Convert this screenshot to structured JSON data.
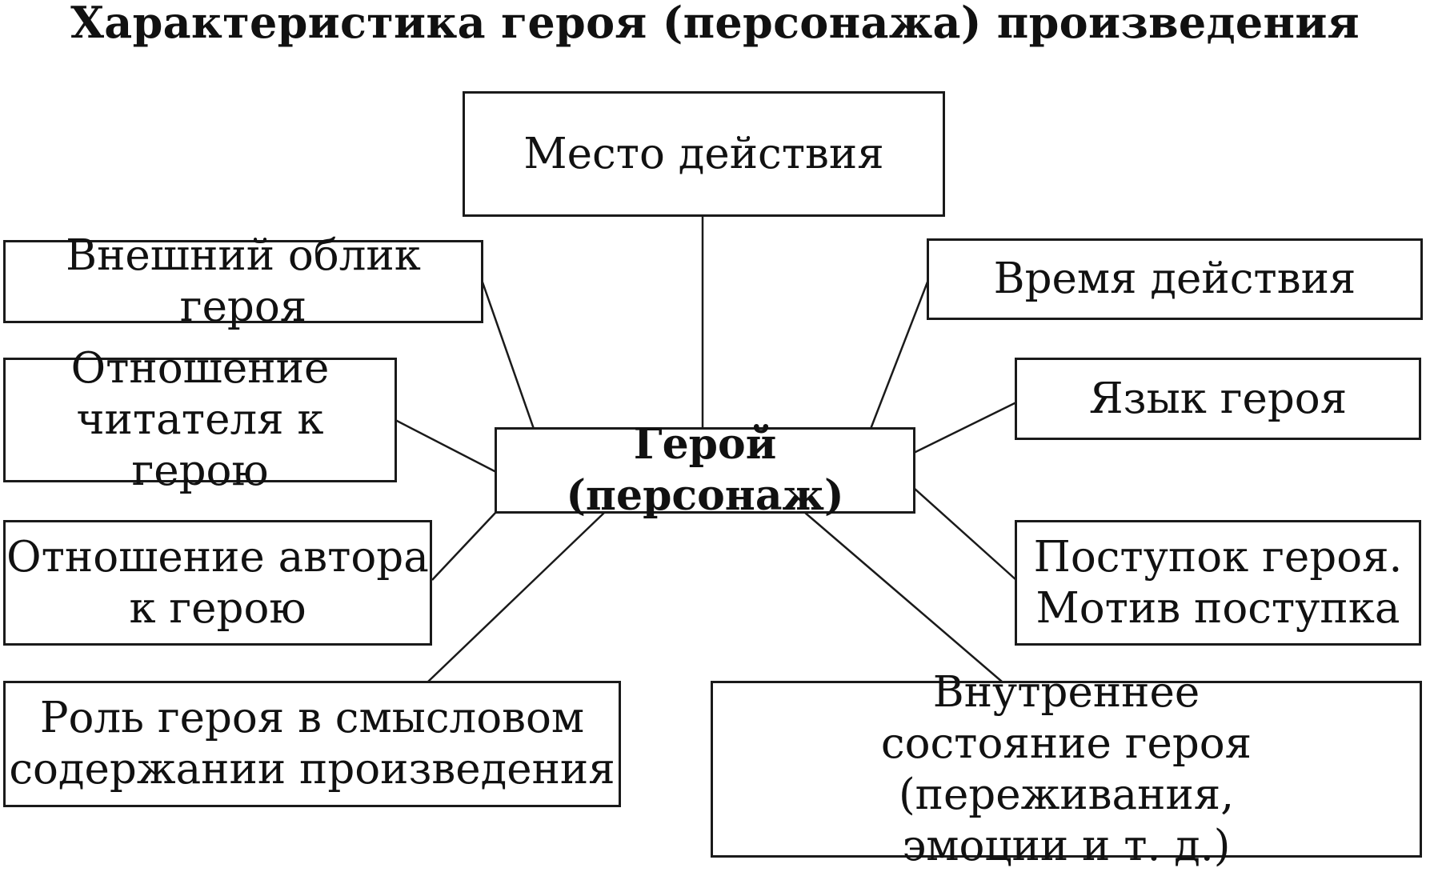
{
  "title": "Характеристика героя (персонажа) произведения",
  "center": "Герой (персонаж)",
  "nodes": {
    "place": "Место действия",
    "appearance": "Внешний облик героя",
    "time": "Время действия",
    "reader_attitude": "Отношение\nчитателя к герою",
    "language": "Язык героя",
    "author_attitude": "Отношение автора\nк герою",
    "deed": "Поступок героя.\nМотив поступка",
    "role": "Роль героя в смысловом\nсодержании произведения",
    "inner_state": "Внутреннее\nсостояние героя (переживания,\nэмоции и т. д.)"
  }
}
